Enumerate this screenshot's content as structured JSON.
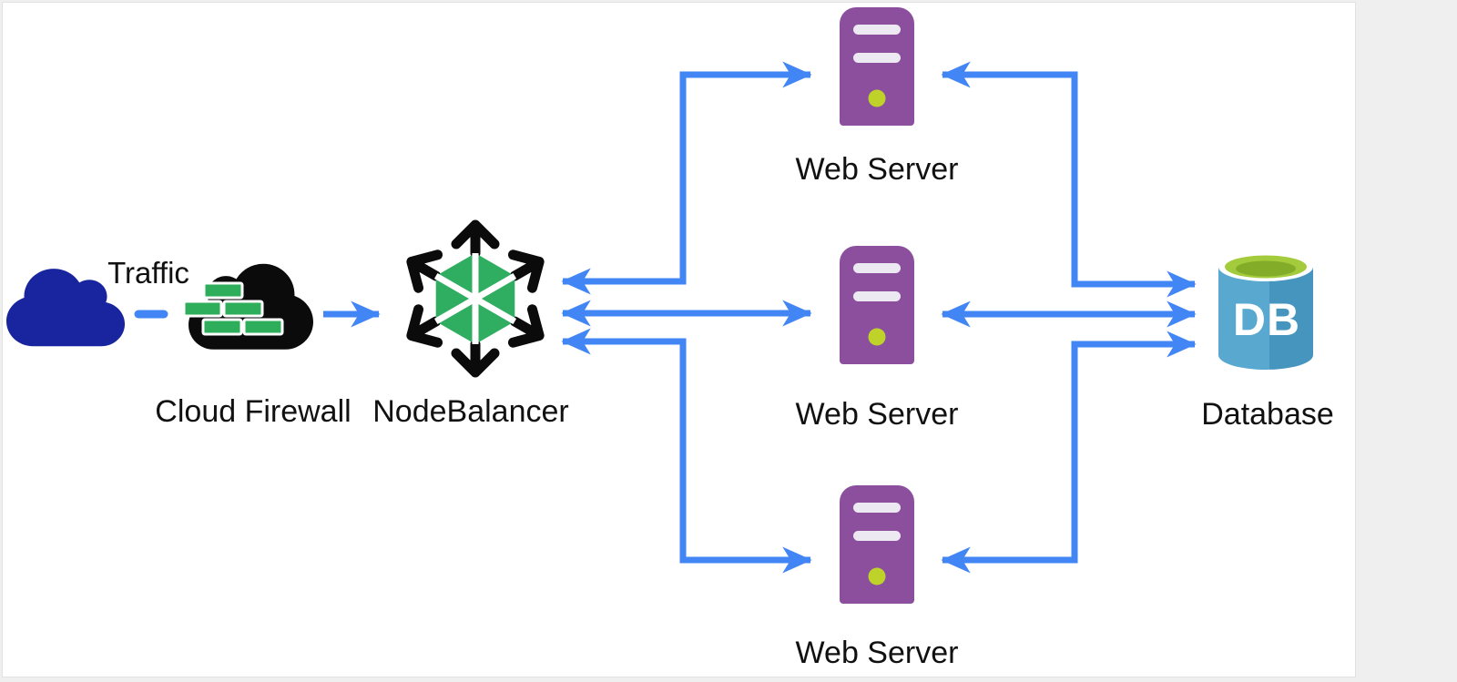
{
  "diagram": {
    "type": "architecture-diagram",
    "nodes": {
      "traffic": {
        "label": "Traffic",
        "icon": "cloud-icon"
      },
      "firewall": {
        "label": "Cloud Firewall",
        "icon": "firewall-brick-cloud-icon"
      },
      "nodebalancer": {
        "label": "NodeBalancer",
        "icon": "nodebalancer-hexagon-icon"
      },
      "web_servers": [
        {
          "label": "Web Server",
          "icon": "server-tower-icon"
        },
        {
          "label": "Web Server",
          "icon": "server-tower-icon"
        },
        {
          "label": "Web Server",
          "icon": "server-tower-icon"
        }
      ],
      "database": {
        "label": "Database",
        "icon_text": "DB",
        "icon": "database-cylinder-icon"
      }
    },
    "edges": [
      {
        "from": "Traffic",
        "to": "Cloud Firewall",
        "style": "dashed",
        "direction": "none"
      },
      {
        "from": "Cloud Firewall",
        "to": "NodeBalancer",
        "style": "solid",
        "direction": "forward"
      },
      {
        "from": "NodeBalancer",
        "to": "Web Server 1",
        "style": "solid",
        "direction": "both"
      },
      {
        "from": "NodeBalancer",
        "to": "Web Server 2",
        "style": "solid",
        "direction": "both"
      },
      {
        "from": "NodeBalancer",
        "to": "Web Server 3",
        "style": "solid",
        "direction": "both"
      },
      {
        "from": "Web Server 1",
        "to": "Database",
        "style": "solid",
        "direction": "both"
      },
      {
        "from": "Web Server 2",
        "to": "Database",
        "style": "solid",
        "direction": "both"
      },
      {
        "from": "Web Server 3",
        "to": "Database",
        "style": "solid",
        "direction": "both"
      }
    ],
    "theme": {
      "arrow-blue": "#4285F4",
      "cloud-navy": "#19259E",
      "icon-black": "#0B0B0B",
      "brick-green": "#2EAD5B",
      "hex-green": "#2FAD61",
      "server-purple": "#8B4F9E",
      "server-slot": "#ECE9F2",
      "led-lime": "#BFD22A",
      "db-blue-light": "#58A8D0",
      "db-blue-dark": "#4695BE",
      "db-lime": "#A3CB3B",
      "db-lime-dark": "#83AC28",
      "label-color": "#111111",
      "canvas-bg": "#FFFFFF",
      "page-bg": "#F0EFF0",
      "canvas-border": "#E2E2E2"
    }
  }
}
